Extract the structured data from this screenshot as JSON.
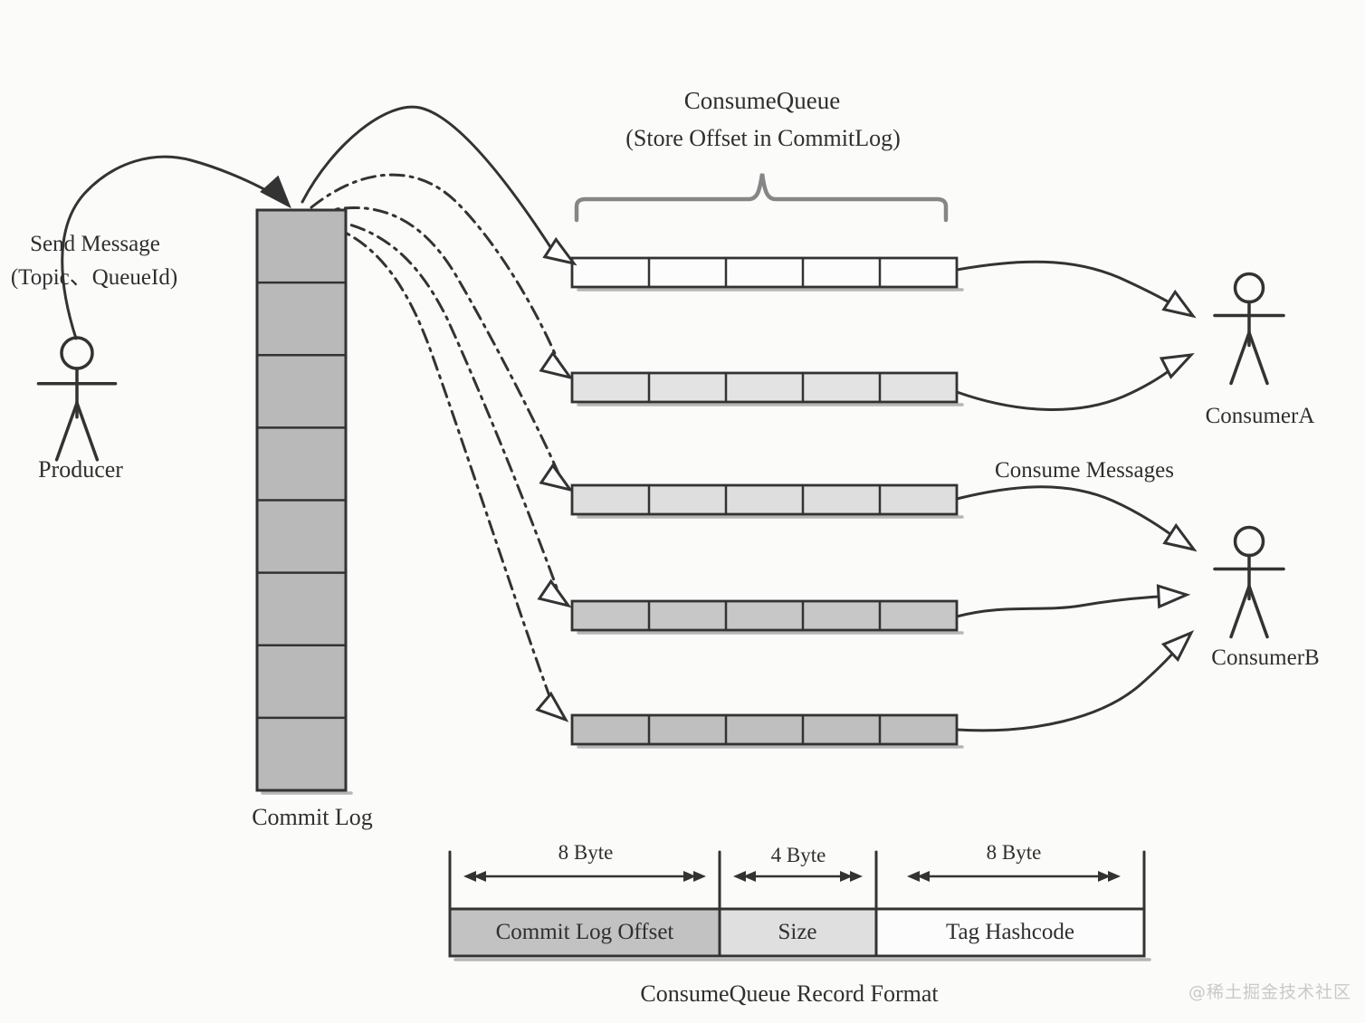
{
  "colors": {
    "background": "#fbfbfa",
    "ink": "#333333",
    "shadow": "#b6b6b6",
    "brace": "#868686",
    "watermark": "#c9c9c9"
  },
  "header": {
    "title": "ConsumeQueue",
    "subtitle": "(Store Offset in CommitLog)"
  },
  "producer": {
    "action_line1": "Send Message",
    "action_line2": "(Topic、QueueId)",
    "label": "Producer"
  },
  "commit_log": {
    "label": "Commit Log",
    "segments": 8,
    "fill": "#b9b9b9"
  },
  "consume_queue": {
    "cells_per_row": 5,
    "rows": [
      {
        "fill": "#fcfcfc"
      },
      {
        "fill": "#e3e3e3"
      },
      {
        "fill": "#dedede"
      },
      {
        "fill": "#c7c7c7"
      },
      {
        "fill": "#bfbfbf"
      }
    ]
  },
  "consumers": [
    {
      "label": "ConsumerA"
    },
    {
      "label": "ConsumerB"
    }
  ],
  "consume_messages_label": "Consume Messages",
  "record_format": {
    "caption": "ConsumeQueue Record Format",
    "fields": [
      {
        "name": "Commit Log Offset",
        "size": "8 Byte",
        "fill": "#c2c2c2"
      },
      {
        "name": "Size",
        "size": "4 Byte",
        "fill": "#dfdfdf"
      },
      {
        "name": "Tag Hashcode",
        "size": "8 Byte",
        "fill": "#fcfcfc"
      }
    ]
  },
  "watermark": "@稀土掘金技术社区"
}
